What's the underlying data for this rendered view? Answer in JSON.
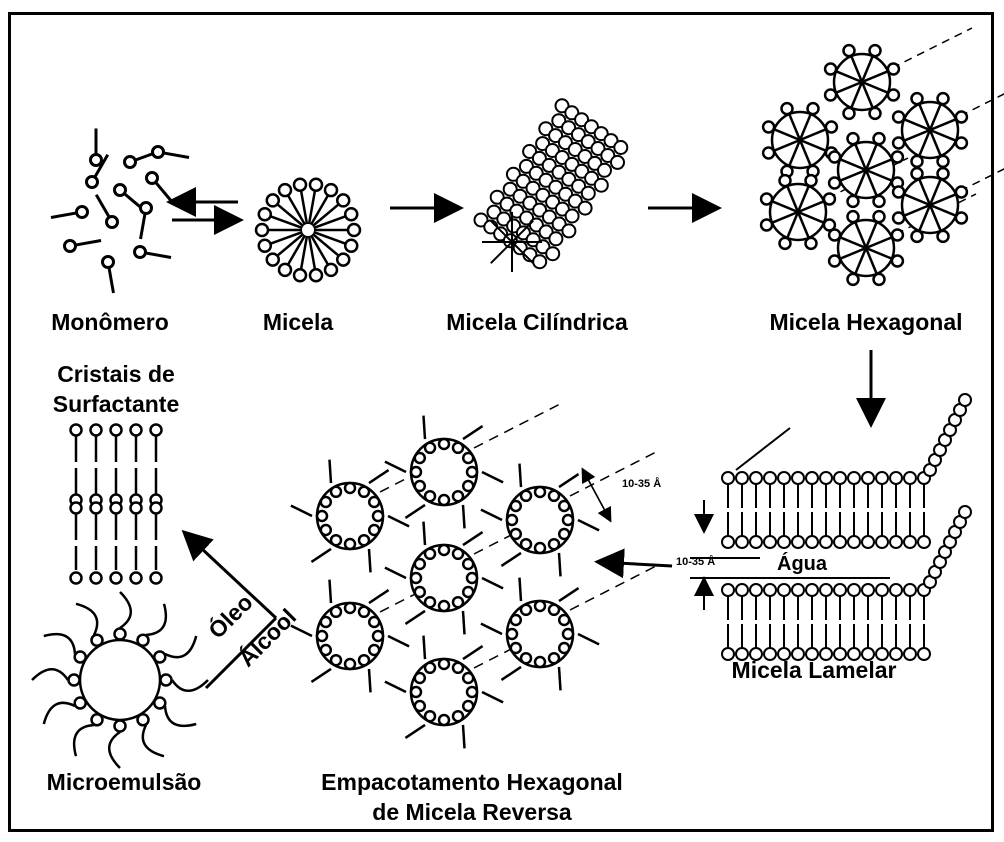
{
  "labels": {
    "monomero": "Monômero",
    "micela": "Micela",
    "micela_cilindrica": "Micela Cilíndrica",
    "micela_hexagonal": "Micela Hexagonal",
    "cristais_line1": "Cristais de",
    "cristais_line2": "Surfactante",
    "micela_lamelar": "Micela Lamelar",
    "agua": "Água",
    "microemulsao": "Microemulsão",
    "empacotamento_line1": "Empacotamento Hexagonal",
    "empacotamento_line2": "de Micela Reversa",
    "oleo": "Óleo",
    "alcool": "Álcool",
    "dim_reverse": "10-35 Å",
    "dim_lamellar": "10-35 Å"
  }
}
